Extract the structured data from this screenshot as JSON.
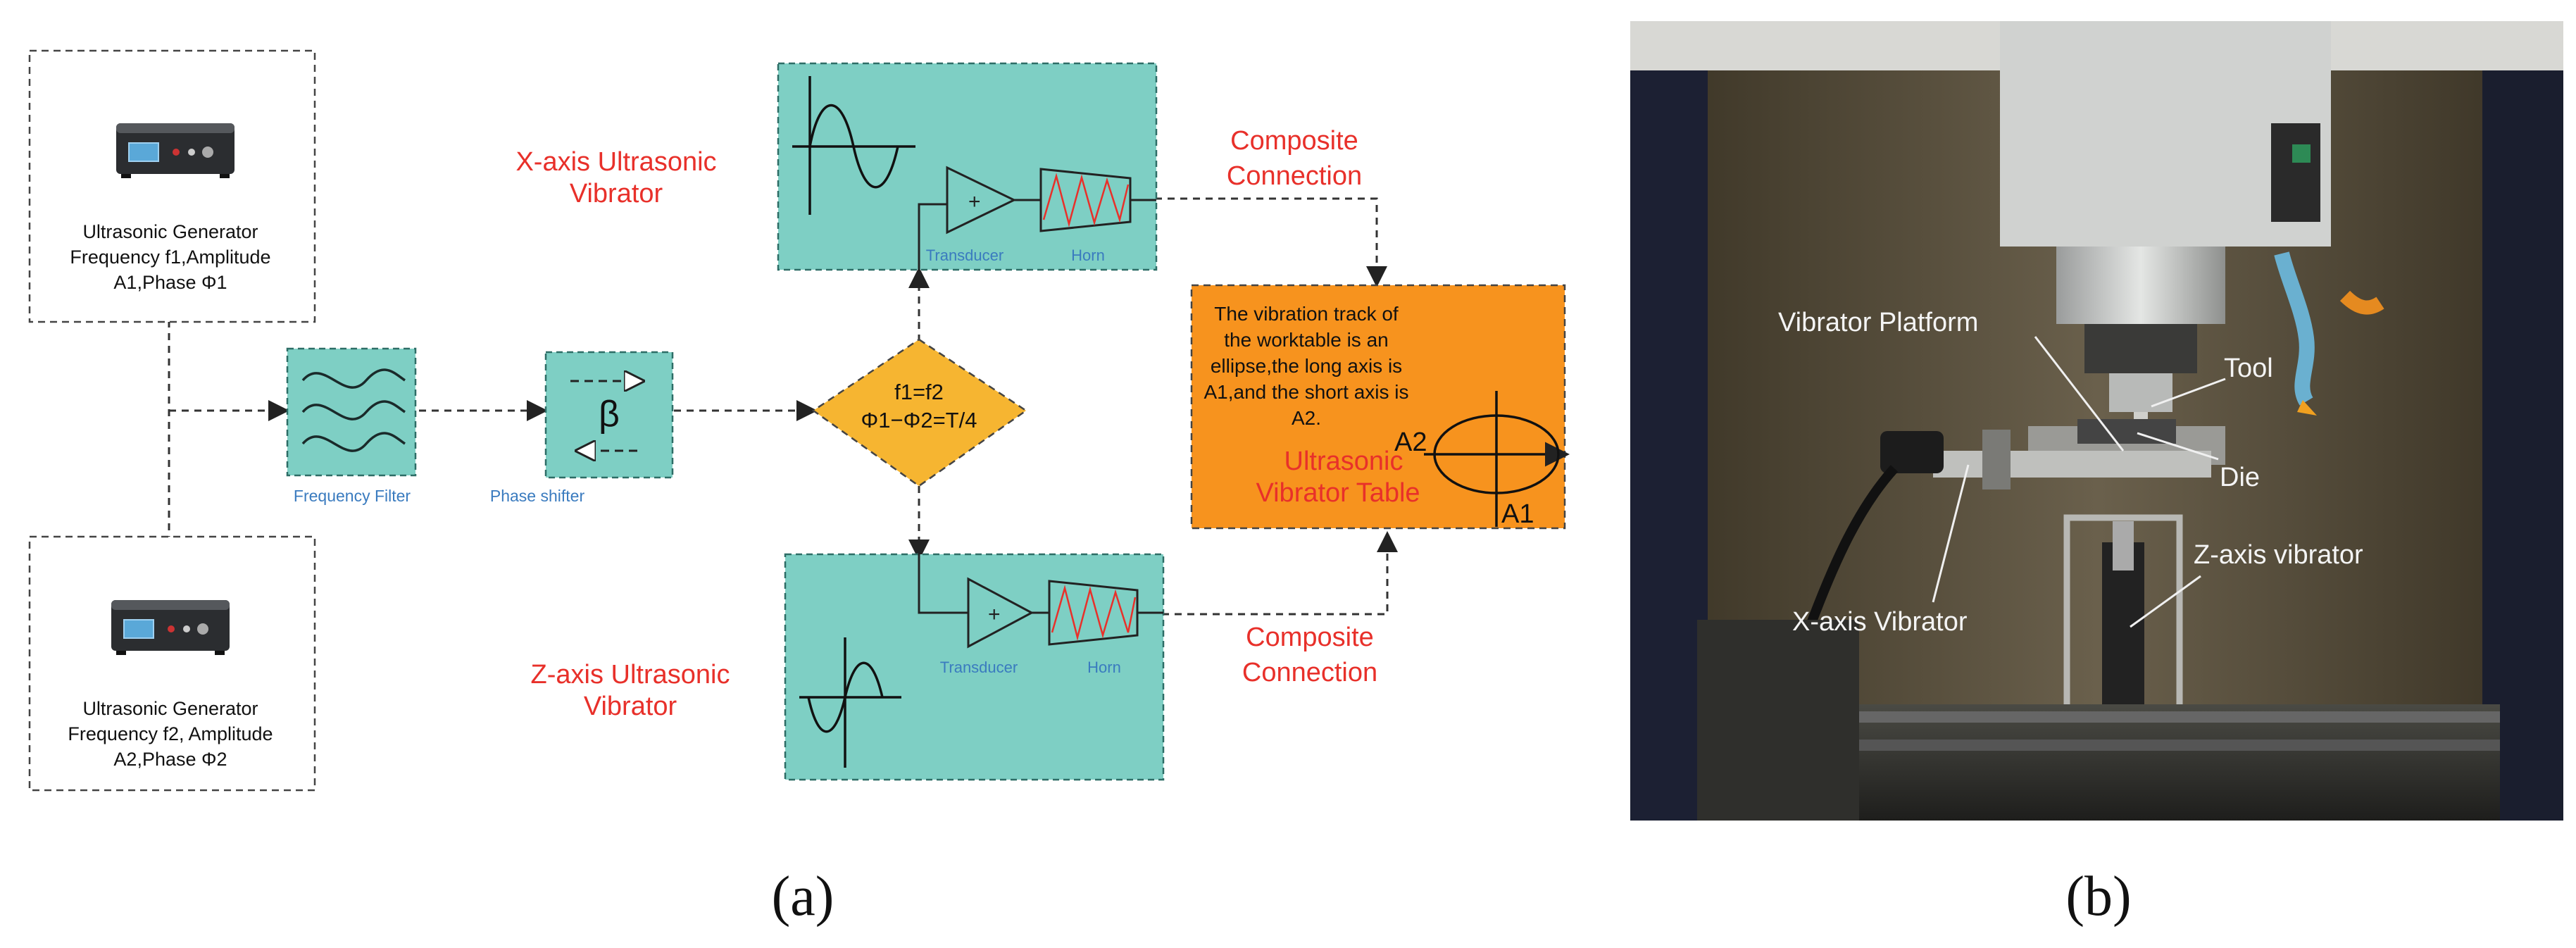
{
  "panel_a": {
    "generator_top": {
      "line1": "Ultrasonic Generator",
      "line2": "Frequency f1,Amplitude",
      "line3": "A1,Phase  Φ1"
    },
    "generator_bottom": {
      "line1": "Ultrasonic Generator",
      "line2": "Frequency f2, Amplitude",
      "line3": "A2,Phase  Φ2"
    },
    "frequency_filter_label": "Frequency Filter",
    "phase_shifter_label": "Phase shifter",
    "phase_shifter_symbol": "β",
    "decision": {
      "line1": "f1=f2",
      "line2": "Φ1−Φ2=T/4"
    },
    "x_vibrator": {
      "title_line1": "X-axis Ultrasonic",
      "title_line2": "Vibrator",
      "transducer_label": "Transducer",
      "horn_label": "Horn"
    },
    "z_vibrator": {
      "title_line1": "Z-axis Ultrasonic",
      "title_line2": "Vibrator",
      "transducer_label": "Transducer",
      "horn_label": "Horn"
    },
    "composite_top": {
      "line1": "Composite",
      "line2": "Connection"
    },
    "composite_bottom": {
      "line1": "Composite",
      "line2": "Connection"
    },
    "table": {
      "desc1": "The vibration track of",
      "desc2": "the worktable is an",
      "desc3": "ellipse,the long axis is",
      "desc4": "A1,and the short axis is",
      "desc5": "A2.",
      "title_line1": "Ultrasonic",
      "title_line2": "Vibrator Table",
      "a2_label": "A2",
      "a1_label": "A1"
    },
    "caption": "(a)"
  },
  "panel_b": {
    "labels": {
      "vibrator_platform": "Vibrator Platform",
      "tool": "Tool",
      "die": "Die",
      "z_axis_vibrator": "Z-axis vibrator",
      "x_axis_vibrator": "X-axis Vibrator"
    },
    "caption": "(b)"
  },
  "colors": {
    "teal_box": "#7ecfc4",
    "orange_box": "#f7931e",
    "diamond": "#f6b531",
    "red_text": "#e8302a",
    "blue_label": "#3a7bbf"
  }
}
